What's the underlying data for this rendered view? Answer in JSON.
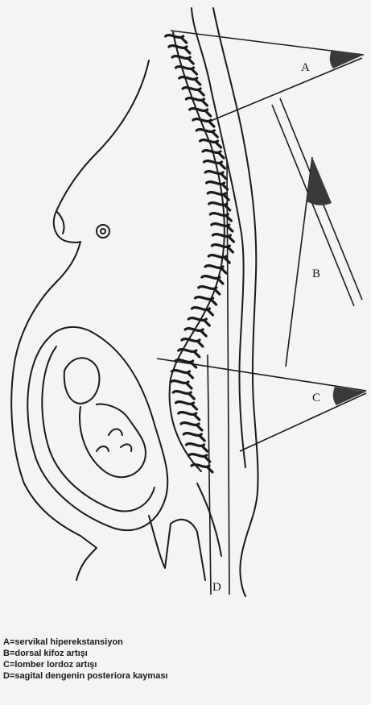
{
  "labels": {
    "a": "A",
    "b": "B",
    "c": "C",
    "d": "D"
  },
  "legend": [
    "A=servikal hiperekstansiyon",
    "B=dorsal kifoz artışı",
    "C=lomber lordoz artışı",
    "D=sagital dengenin posteriora kayması"
  ],
  "colors": {
    "ink": "#1a1a1a",
    "wedge": "#3a3a3a",
    "paper": "#f4f4f2"
  }
}
